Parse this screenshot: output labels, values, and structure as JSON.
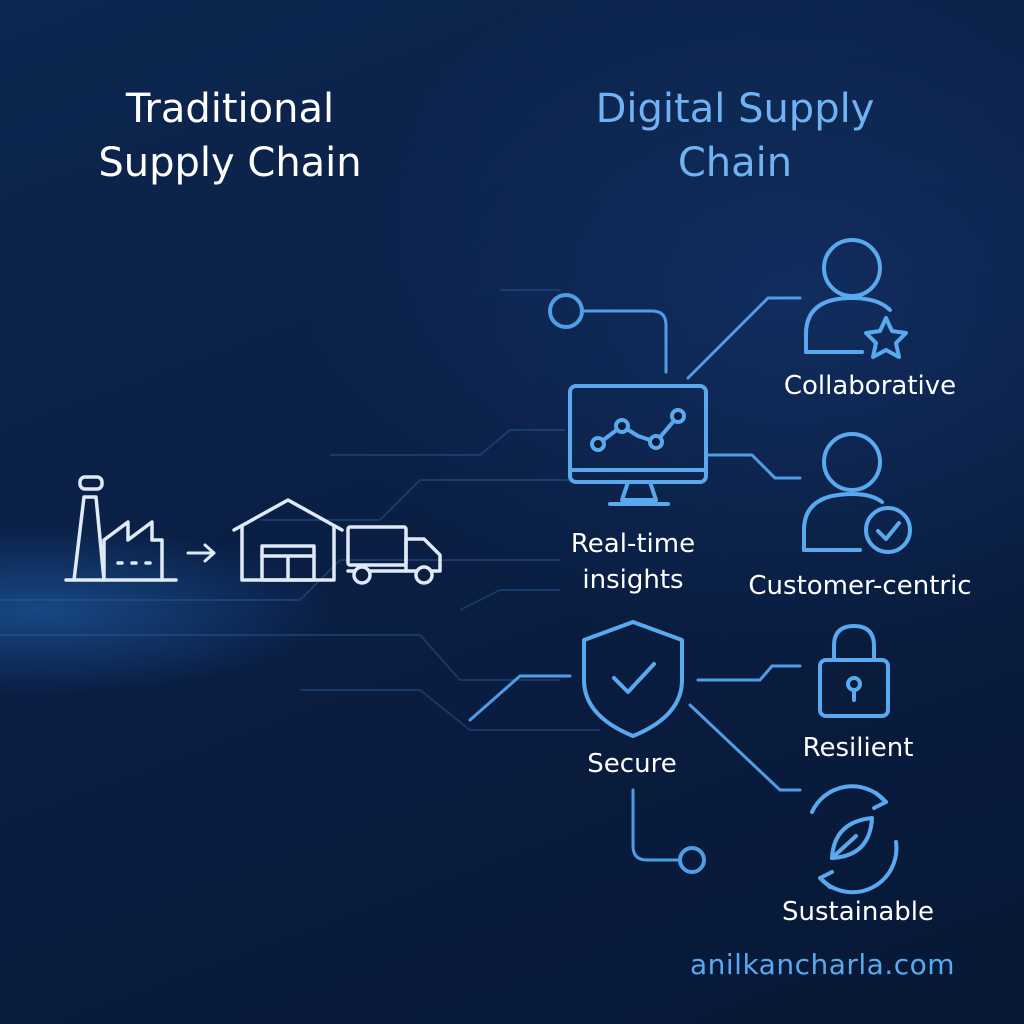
{
  "titles": {
    "traditional": "Traditional\nSupply Chain",
    "digital": "Digital Supply\nChain"
  },
  "labels": {
    "collaborative": "Collaborative",
    "realtime": "Real-time\ninsights",
    "customer_centric": "Customer-centric",
    "secure": "Secure",
    "resilient": "Resilient",
    "sustainable": "Sustainable"
  },
  "footer": "anilkancharla.com",
  "icons": [
    "factory-icon",
    "arrow-right-icon",
    "warehouse-icon",
    "truck-icon",
    "monitor-chart-icon",
    "user-star-icon",
    "user-check-icon",
    "shield-check-icon",
    "padlock-icon",
    "recycle-leaf-icon"
  ],
  "colors": {
    "background": "#0b1d3d",
    "accent": "#5aa9ee",
    "title_right": "#6fb3f2",
    "icon_left": "#dfe9f7",
    "text": "#ffffff"
  }
}
